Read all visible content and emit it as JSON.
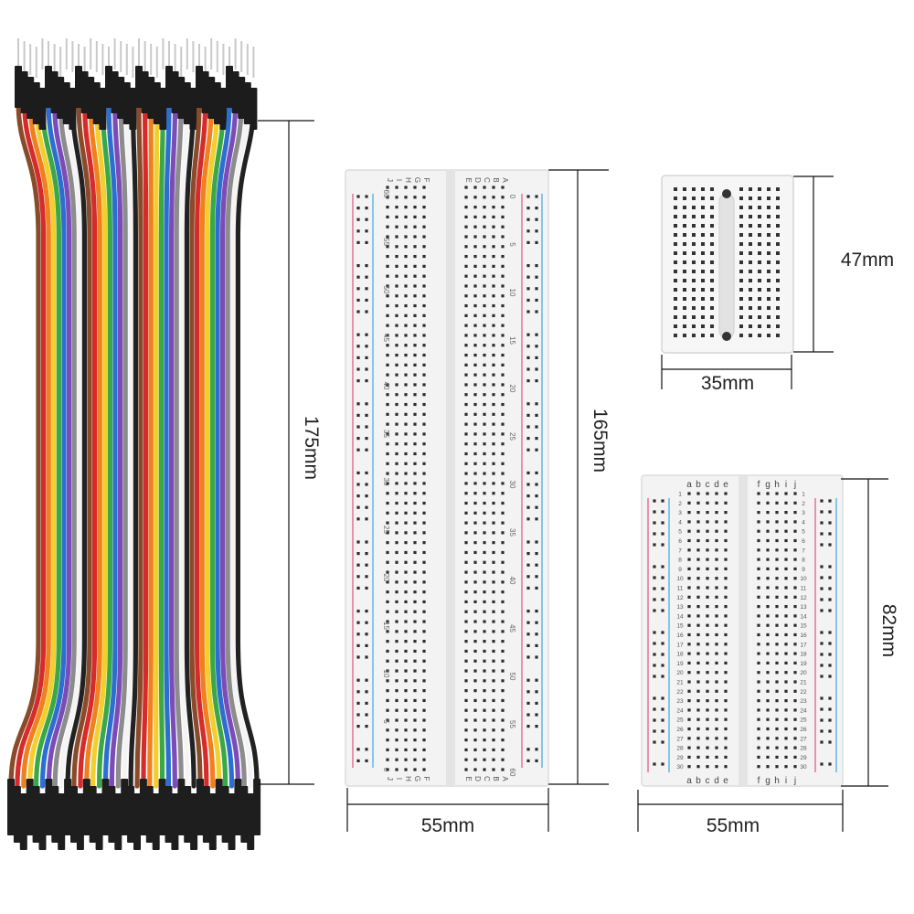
{
  "dimensions": {
    "cable_length": "175mm",
    "large_board_height": "165mm",
    "large_board_width": "55mm",
    "mini_board_height": "47mm",
    "mini_board_width": "35mm",
    "half_board_height": "82mm",
    "half_board_width": "55mm"
  },
  "large_board": {
    "column_letters_top": [
      "J",
      "I",
      "H",
      "G",
      "F",
      "E",
      "D",
      "C",
      "B",
      "A"
    ],
    "row_numbers": [
      "0",
      "5",
      "10",
      "15",
      "20",
      "25",
      "30",
      "35",
      "40",
      "45",
      "50",
      "55",
      "60"
    ]
  },
  "half_board": {
    "column_letters": [
      "a",
      "b",
      "c",
      "d",
      "e",
      "f",
      "g",
      "h",
      "i",
      "j"
    ],
    "row_numbers": [
      "1",
      "2",
      "3",
      "4",
      "5",
      "6",
      "7",
      "8",
      "9",
      "10",
      "11",
      "12",
      "13",
      "14",
      "15",
      "16",
      "17",
      "18",
      "19",
      "20",
      "21",
      "22",
      "23",
      "24",
      "25",
      "26",
      "27",
      "28",
      "29",
      "30"
    ]
  },
  "colors": {
    "wires": [
      "#8a4b2a",
      "#d62b2b",
      "#f07f1e",
      "#f2cf2c",
      "#3aa845",
      "#2c6fd1",
      "#7b4bb8",
      "#8c8c8c",
      "#f4f4f4",
      "#222222"
    ],
    "rail_red": "#e46a8c",
    "rail_blue": "#58b3e0"
  }
}
